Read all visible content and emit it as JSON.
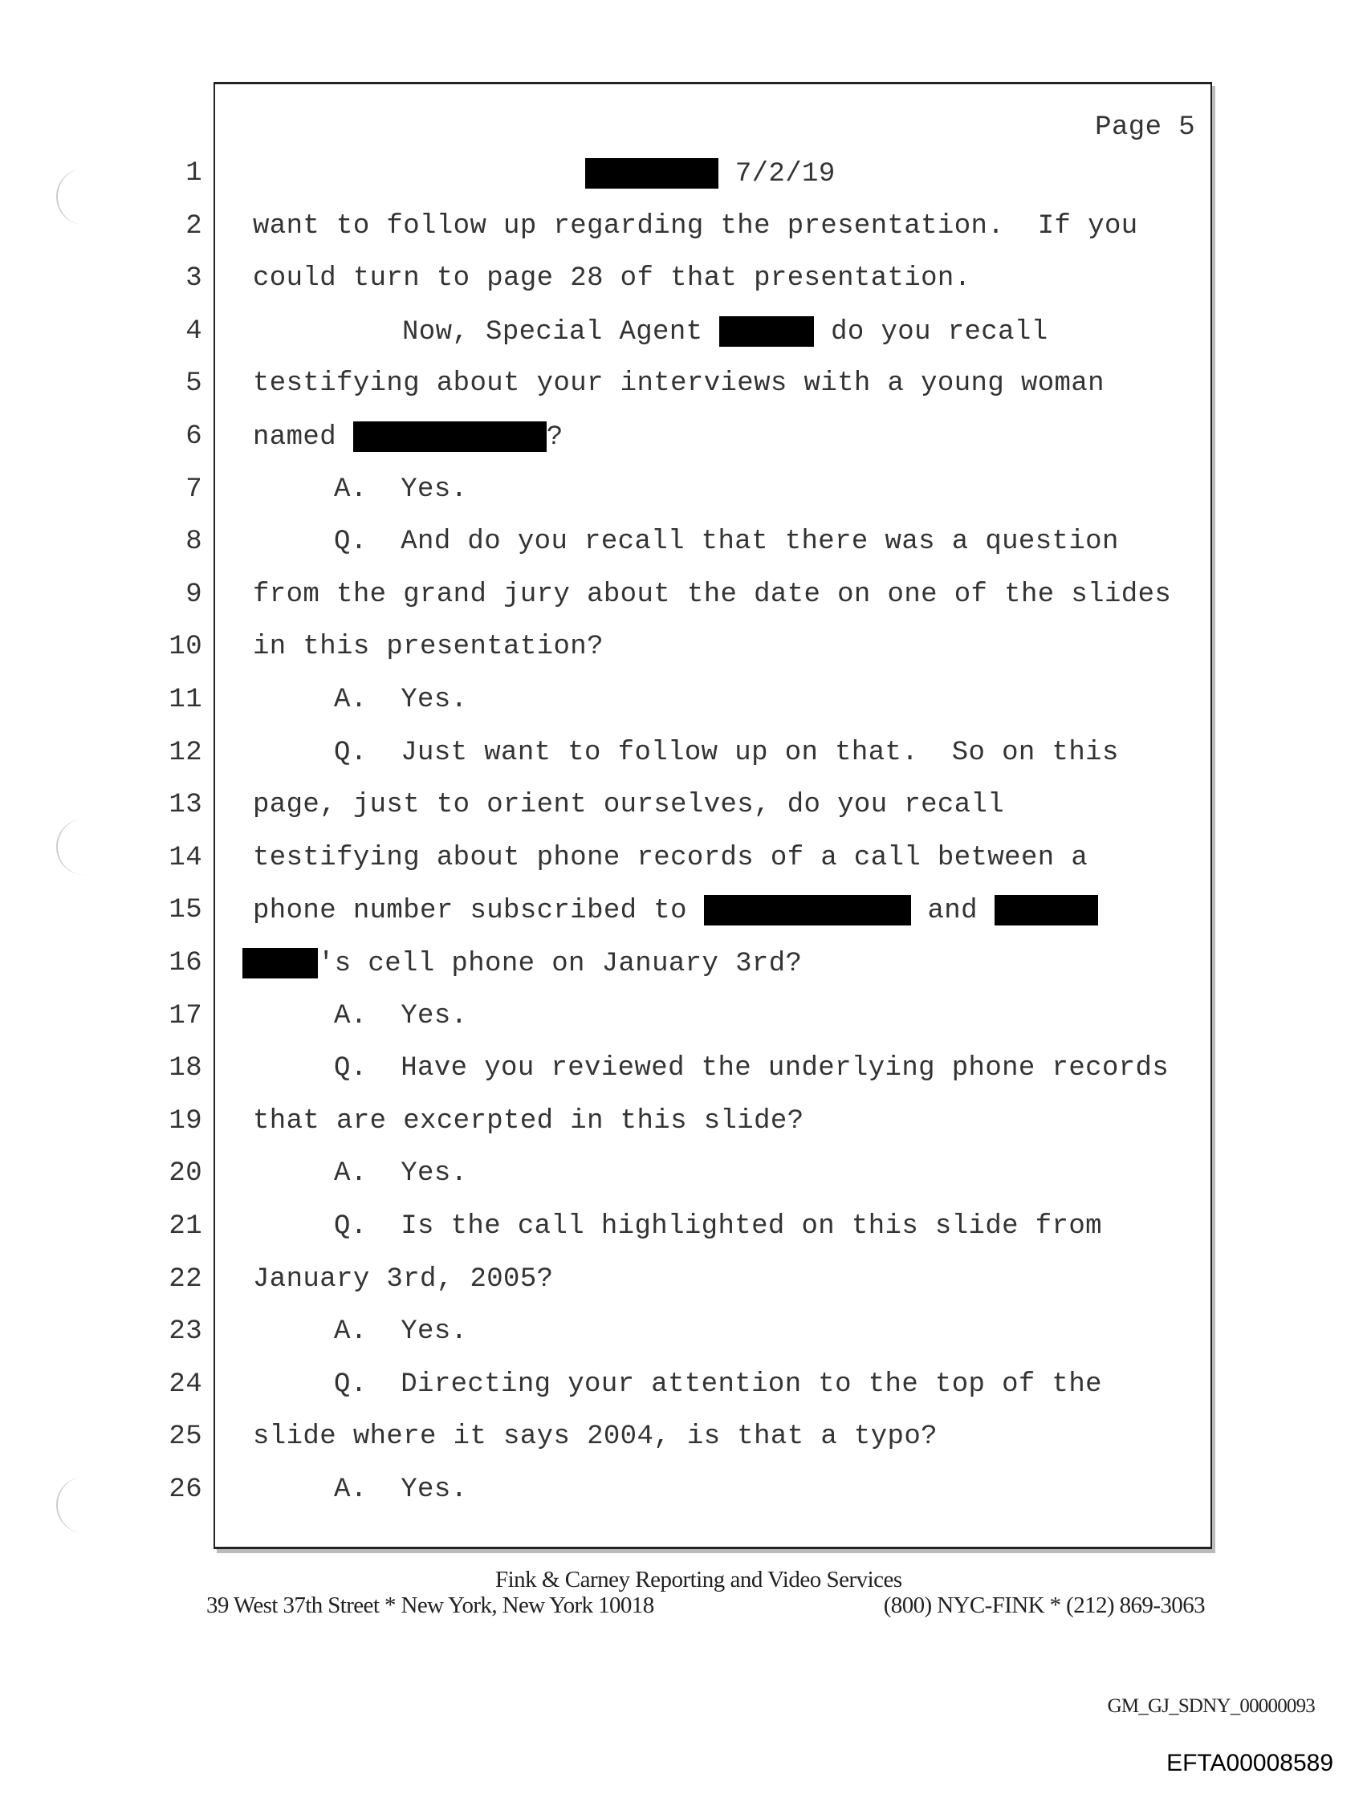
{
  "header": {
    "page_label": "Page 5"
  },
  "lines": [
    {
      "n": "1",
      "a": "7/2/19"
    },
    {
      "n": "2",
      "a": "want to follow up regarding the presentation.  If you"
    },
    {
      "n": "3",
      "a": "could turn to page 28 of that presentation."
    },
    {
      "n": "4",
      "a": "Now, Special Agent ",
      "b": " do you recall"
    },
    {
      "n": "5",
      "a": "testifying about your interviews with a young woman"
    },
    {
      "n": "6",
      "a": "named ",
      "b": "?"
    },
    {
      "n": "7",
      "a": "A.  Yes."
    },
    {
      "n": "8",
      "a": "Q.  And do you recall that there was a question"
    },
    {
      "n": "9",
      "a": "from the grand jury about the date on one of the slides"
    },
    {
      "n": "10",
      "a": "in this presentation?"
    },
    {
      "n": "11",
      "a": "A.  Yes."
    },
    {
      "n": "12",
      "a": "Q.  Just want to follow up on that.  So on this"
    },
    {
      "n": "13",
      "a": "page, just to orient ourselves, do you recall"
    },
    {
      "n": "14",
      "a": "testifying about phone records of a call between a"
    },
    {
      "n": "15",
      "a": "phone number subscribed to ",
      "b": " and "
    },
    {
      "n": "16",
      "a": "'s cell phone on January 3rd?"
    },
    {
      "n": "17",
      "a": "A.  Yes."
    },
    {
      "n": "18",
      "a": "Q.  Have you reviewed the underlying phone records"
    },
    {
      "n": "19",
      "a": "that are excerpted in this slide?"
    },
    {
      "n": "20",
      "a": "A.  Yes."
    },
    {
      "n": "21",
      "a": "Q.  Is the call highlighted on this slide from"
    },
    {
      "n": "22",
      "a": "January 3rd, 2005?"
    },
    {
      "n": "23",
      "a": "A.  Yes."
    },
    {
      "n": "24",
      "a": "Q.  Directing your attention to the top of the"
    },
    {
      "n": "25",
      "a": "slide where it says 2004, is that a typo?"
    },
    {
      "n": "26",
      "a": "A.  Yes."
    }
  ],
  "footer": {
    "company": "Fink & Carney Reporting and Video Services",
    "address": "39 West 37th Street * New York, New York 10018",
    "phone": "(800) NYC-FINK * (212) 869-3063",
    "bates": "GM_GJ_SDNY_00000093",
    "efta": "EFTA00008589"
  }
}
